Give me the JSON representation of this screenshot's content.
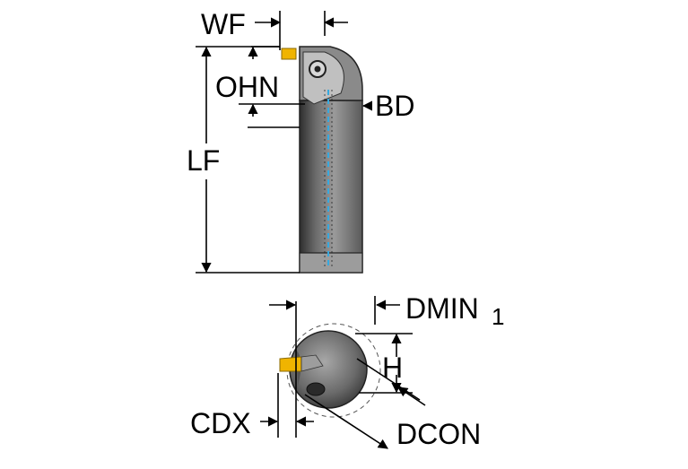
{
  "labels": {
    "wf": "WF",
    "ohn": "OHN",
    "bd": "BD",
    "lf": "LF",
    "dmin": "DMIN",
    "dmin_sub": "1",
    "h": "H",
    "cdx": "CDX",
    "dcon": "DCON"
  },
  "colors": {
    "body_dark": "#3c3c3c",
    "body_mid": "#7e7e7e",
    "body_light": "#b5b5b5",
    "insert": "#f0b400",
    "coolant": "#36a9e0",
    "dim_line": "#000000"
  }
}
